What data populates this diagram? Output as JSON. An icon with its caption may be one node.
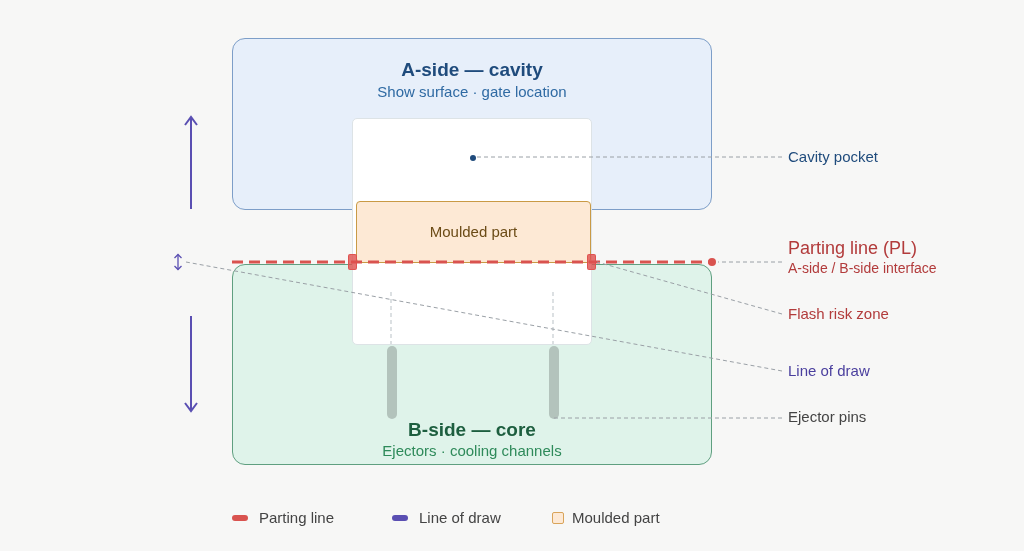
{
  "diagram": {
    "nodes": [
      {
        "text": [
          "A-side — cavity",
          "Show surface · gate location"
        ]
      },
      {
        "text": [],
        "shape": "box"
      },
      {
        "text": [
          "Cavity pocket"
        ]
      },
      {
        "text": [
          "Moulded part"
        ],
        "in": 1
      },
      {
        "text": [],
        "shape": "arrow"
      },
      {
        "text": [],
        "shape": "line"
      },
      {
        "text": [],
        "shape": "box"
      },
      {
        "text": [],
        "shape": "box"
      },
      {
        "text": [
          "Parting line (PL)",
          "A-side / B-side interface"
        ]
      },
      {
        "text": [
          "B-side — core",
          "Ejectors · cooling channels"
        ]
      },
      {
        "text": [
          "Flash risk zone"
        ]
      },
      {
        "text": [
          "Line of draw"
        ]
      },
      {
        "text": [],
        "shape": "bar",
        "in": 9
      },
      {
        "text": [],
        "shape": "bar",
        "in": 9
      },
      {
        "text": [
          "Ejector pins"
        ]
      }
    ],
    "edges": [
      {
        "from": 2,
        "to": 1,
        "arrow": "none",
        "style": "dashed"
      },
      {
        "from": 8,
        "to": 5,
        "arrow": "none",
        "style": "dashed"
      },
      {
        "from": 10,
        "to": 7,
        "arrow": "none",
        "style": "dashed"
      },
      {
        "from": 11,
        "to": 4,
        "arrow": "none",
        "style": "dashed"
      },
      {
        "from": 14,
        "to": 13,
        "arrow": "none",
        "style": "dashed"
      }
    ],
    "legend": [
      {
        "text": "Parting line",
        "color": "#d9534f"
      },
      {
        "text": "Line of draw",
        "color": "#5a4fb2"
      },
      {
        "text": "Moulded part",
        "color": "#fde9d5"
      }
    ]
  }
}
